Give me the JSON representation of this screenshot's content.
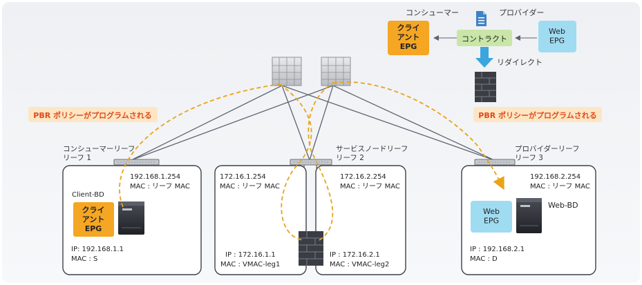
{
  "legend": {
    "consumer_label": "コンシューマー",
    "provider_label": "プロバイダー",
    "client_epg": "クライ\nアント\nEPG",
    "contract": "コントラクト",
    "web_epg": "Web\nEPG",
    "redirect_label": "リダイレクト"
  },
  "callouts": {
    "left_pbr": "PBR ポリシーがプログラムされる",
    "right_pbr": "PBR ポリシーがプログラムされる"
  },
  "leaves": {
    "consumer": "コンシューマーリーフ\nリーフ 1",
    "service": "サービスノードリーフ\nリーフ 2",
    "provider": "プロバイダーリーフ\nリーフ 3"
  },
  "left_box": {
    "gateway_ip": "192.168.1.254",
    "gateway_mac": "MAC : リーフ MAC",
    "bd_name": "Client-BD",
    "epg": "クライ\nアント\nEPG",
    "ip": "IP: 192.168.1.1",
    "mac": "MAC : S"
  },
  "middle_box": {
    "left_gw_ip": "172.16.1.254",
    "left_gw_mac": "MAC : リーフ MAC",
    "right_gw_ip": "172.16.2.254",
    "right_gw_mac": "MAC : リーフ MAC",
    "leg1_ip": "IP : 172.16.1.1",
    "leg1_mac": "MAC : VMAC-leg1",
    "leg2_ip": "IP : 172.16.2.1",
    "leg2_mac": "MAC : VMAC-leg2"
  },
  "right_box": {
    "gateway_ip": "192.168.2.254",
    "gateway_mac": "MAC : リーフ MAC",
    "bd_name": "Web-BD",
    "epg": "Web\nEPG",
    "ip": "IP : 192.168.2.1",
    "mac": "MAC : D"
  },
  "colors": {
    "client_epg": "#f5a623",
    "web_epg": "#9fdcf2",
    "contract": "#c9e6a8",
    "callout_bg": "#fde6c4",
    "callout_text": "#e0491b",
    "path": "#e8a317",
    "link": "#5c6470",
    "redirect_arrow": "#3ba5de"
  }
}
